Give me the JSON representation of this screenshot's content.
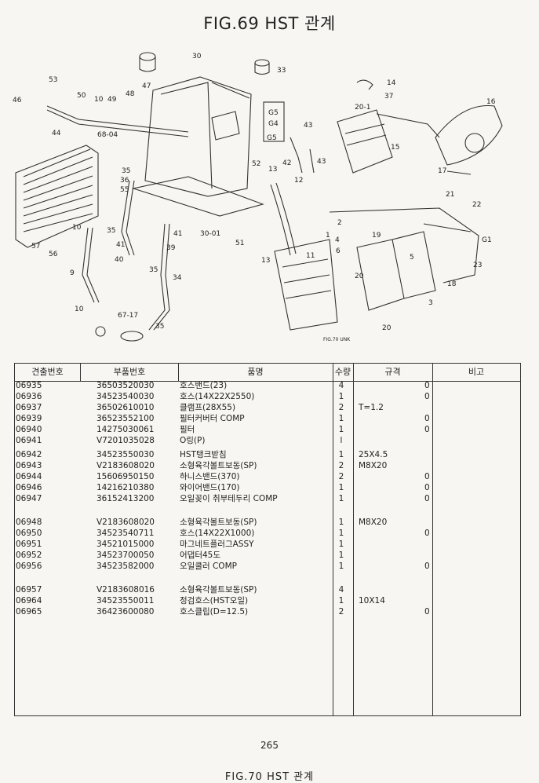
{
  "title": "FIG.69 HST 관계",
  "diagram": {
    "labels": {
      "l53": "53",
      "l46": "46",
      "l44": "44",
      "l50": "50",
      "l10a": "10",
      "l49": "49",
      "l6804": "68-04",
      "l47": "47",
      "l48": "48",
      "l30": "30",
      "l33": "33",
      "l14": "14",
      "l37": "37",
      "l16": "16",
      "l201": "20-1",
      "l15": "15",
      "l17": "17",
      "l3501": "35",
      "l36": "36",
      "l55": "55",
      "l52": "52",
      "l13a": "13",
      "l12": "12",
      "l42": "42",
      "l43a": "43",
      "l43b": "43",
      "lG5a": "G5",
      "lG4": "G4",
      "lG5b": "G5",
      "l57": "57",
      "l56": "56",
      "l10b": "10",
      "l35b": "35",
      "l41a": "41",
      "l40": "40",
      "l41b": "41",
      "l39": "39",
      "l3001": "30-01",
      "l51": "51",
      "l9": "9",
      "l10c": "10",
      "l6717": "67-17",
      "l35c": "35",
      "l34": "34",
      "l35d": "35",
      "l13b": "13",
      "l21": "21",
      "l22": "22",
      "l2": "2",
      "l1": "1",
      "l4": "4",
      "l6": "6",
      "l19": "19",
      "l20a": "20",
      "l20b": "20",
      "l5": "5",
      "l23": "23",
      "l18": "18",
      "l3": "3",
      "lG1": "G1",
      "l11": "11",
      "lfig70": "FIG.70 UNK"
    }
  },
  "table": {
    "headers": {
      "code": "견출번호",
      "part_no": "부품번호",
      "name": "품명",
      "qty": "수량",
      "spec": "규격",
      "remarks": "비고"
    },
    "rows": [
      {
        "code": "06935",
        "part_no": "36503520030",
        "name": "호스밴드(23)",
        "qty": "4",
        "spec": "",
        "mark": "0"
      },
      {
        "code": "06936",
        "part_no": "34523540030",
        "name": "호스(14X22X2550)",
        "qty": "1",
        "spec": "",
        "mark": "0"
      },
      {
        "code": "06937",
        "part_no": "36502610010",
        "name": "클램프(28X55)",
        "qty": "2",
        "spec": "T=1.2",
        "mark": ""
      },
      {
        "code": "06939",
        "part_no": "36523552100",
        "name": "필터커버터 COMP",
        "qty": "1",
        "spec": "",
        "mark": "0"
      },
      {
        "code": "06940",
        "part_no": "14275030061",
        "name": "필터",
        "qty": "1",
        "spec": "",
        "mark": "0"
      },
      {
        "code": "06941",
        "part_no": "V7201035028",
        "name": "O링(P)",
        "qty": "l",
        "spec": "",
        "mark": ""
      },
      {
        "code": "06942",
        "part_no": "34523550030",
        "name": "HST탱크받침",
        "qty": "1",
        "spec": "25X4.5",
        "mark": ""
      },
      {
        "code": "06943",
        "part_no": "V2183608020",
        "name": "소형육각볼트보동(SP)",
        "qty": "2",
        "spec": "M8X20",
        "mark": ""
      },
      {
        "code": "06944",
        "part_no": "15606950150",
        "name": "하니스밴드(370)",
        "qty": "2",
        "spec": "",
        "mark": "0"
      },
      {
        "code": "06946",
        "part_no": "14216210380",
        "name": "와이어밴드(170)",
        "qty": "1",
        "spec": "",
        "mark": "0"
      },
      {
        "code": "06947",
        "part_no": "36152413200",
        "name": "오일꽂이 취부테두리 COMP",
        "qty": "1",
        "spec": "",
        "mark": "0"
      },
      {
        "code": "06948",
        "part_no": "V2183608020",
        "name": "소형육각볼트보동(SP)",
        "qty": "1",
        "spec": "M8X20",
        "mark": ""
      },
      {
        "code": "06950",
        "part_no": "34523540711",
        "name": "호스(14X22X1000)",
        "qty": "1",
        "spec": "",
        "mark": "0"
      },
      {
        "code": "06951",
        "part_no": "34521015000",
        "name": "마그네트플러그ASSY",
        "qty": "1",
        "spec": "",
        "mark": ""
      },
      {
        "code": "06952",
        "part_no": "34523700050",
        "name": "어댑터45도",
        "qty": "1",
        "spec": "",
        "mark": ""
      },
      {
        "code": "06956",
        "part_no": "34523582000",
        "name": "오일쿨러 COMP",
        "qty": "1",
        "spec": "",
        "mark": "0"
      },
      {
        "code": "06957",
        "part_no": "V2183608016",
        "name": "소형육각볼트보동(SP)",
        "qty": "4",
        "spec": "",
        "mark": ""
      },
      {
        "code": "06964",
        "part_no": "34523550011",
        "name": "정검호스(HST오일)",
        "qty": "1",
        "spec": "10X14",
        "mark": ""
      },
      {
        "code": "06965",
        "part_no": "36423600080",
        "name": "호스클립(D=12.5)",
        "qty": "2",
        "spec": "",
        "mark": "0"
      }
    ]
  },
  "page_number": "265",
  "next_figure_title": "FIG.70 HST 관계"
}
